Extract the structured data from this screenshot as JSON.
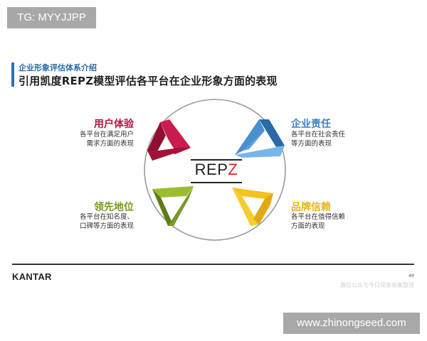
{
  "watermarks": {
    "top": "TG: MYYJJPP",
    "bottom": "www.zhinongseed.com",
    "faint_footer": "微信公众号今日保条收集整理"
  },
  "header": {
    "subtitle": "企业形象评估体系介绍",
    "title": "引用凯度REPZ模型评估各平台在企业形象方面的表现",
    "accent_color": "#2f6fbd"
  },
  "diagram": {
    "center": {
      "text_main": "REP",
      "text_accent": "Z",
      "accent_color": "#e02020"
    },
    "quadrants": [
      {
        "id": "user-experience",
        "title": "用户体验",
        "desc_line1": "各平台在满足用户",
        "desc_line2": "需求方面的表现",
        "color": "#b5173f",
        "icon": "red-triangle-icon"
      },
      {
        "id": "corporate-responsibility",
        "title": "企业责任",
        "desc_line1": "各平台在社会责任",
        "desc_line2": "等方面的表现",
        "color": "#4a8fcf",
        "icon": "blue-triangle-icon"
      },
      {
        "id": "leading-position",
        "title": "领先地位",
        "desc_line1": "各平台在知名度、",
        "desc_line2": "口碑等方面的表现",
        "color": "#7a9a25",
        "icon": "green-triangle-icon"
      },
      {
        "id": "brand-trust",
        "title": "品牌信赖",
        "desc_line1": "各平台在值得信赖",
        "desc_line2": "方面的表现",
        "color": "#e8b41a",
        "icon": "yellow-triangle-icon"
      }
    ]
  },
  "footer": {
    "brand": "KANTAR",
    "page_number": "49"
  }
}
